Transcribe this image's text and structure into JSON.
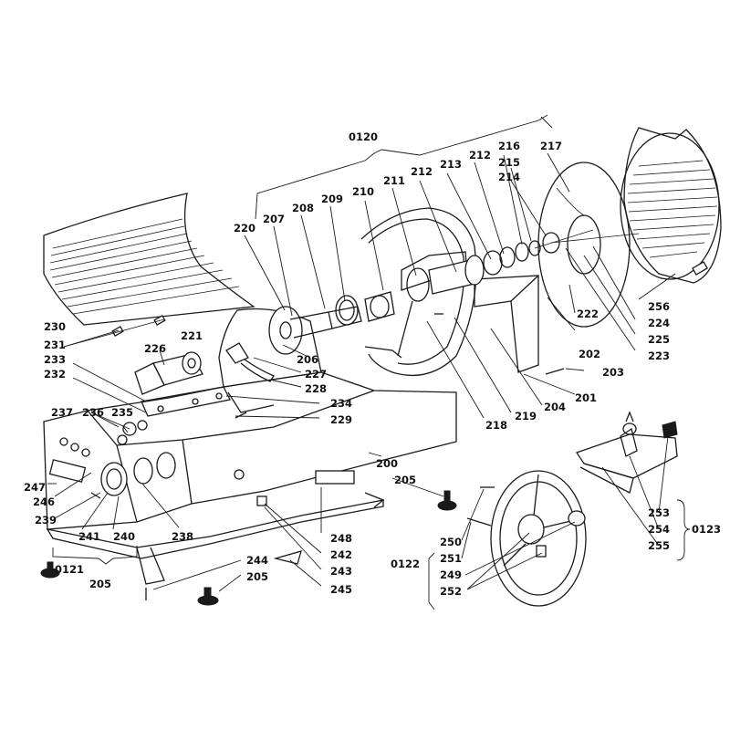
{
  "groups": {
    "g0120": "0120",
    "g0121": "0121",
    "g0122": "0122",
    "g0123": "0123"
  },
  "parts": {
    "p200": "200",
    "p201": "201",
    "p202": "202",
    "p203": "203",
    "p204": "204",
    "p205a": "205",
    "p205b": "205",
    "p205c": "205",
    "p206": "206",
    "p207": "207",
    "p208": "208",
    "p209": "209",
    "p210": "210",
    "p211": "211",
    "p212a": "212",
    "p212b": "212",
    "p213": "213",
    "p214": "214",
    "p215": "215",
    "p216": "216",
    "p217": "217",
    "p218": "218",
    "p219": "219",
    "p220": "220",
    "p221": "221",
    "p222": "222",
    "p223": "223",
    "p224": "224",
    "p225": "225",
    "p226": "226",
    "p227": "227",
    "p228": "228",
    "p229": "229",
    "p230": "230",
    "p231": "231",
    "p232": "232",
    "p233": "233",
    "p234": "234",
    "p235": "235",
    "p236": "236",
    "p237": "237",
    "p238": "238",
    "p239": "239",
    "p240": "240",
    "p241": "241",
    "p242": "242",
    "p243": "243",
    "p244": "244",
    "p245": "245",
    "p246": "246",
    "p247": "247",
    "p248": "248",
    "p249": "249",
    "p250": "250",
    "p251": "251",
    "p252": "252",
    "p253": "253",
    "p254": "254",
    "p255": "255",
    "p256": "256"
  }
}
